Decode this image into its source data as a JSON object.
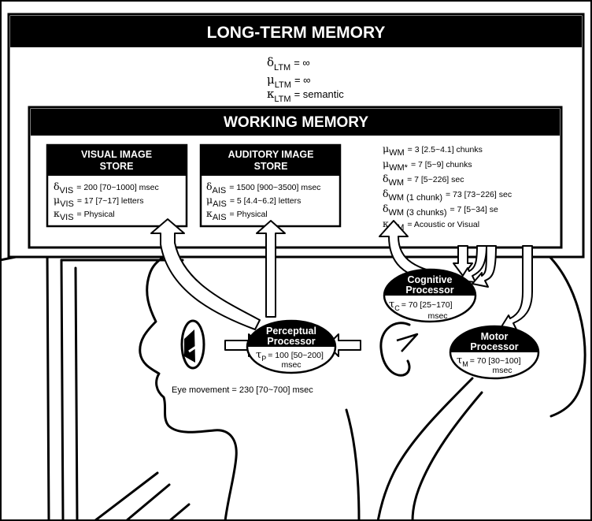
{
  "ltm": {
    "title": "LONG-TERM MEMORY",
    "decay_sym": "δ",
    "decay_sub": "LTM",
    "decay_val": "= ∞",
    "capacity_sym": "μ",
    "capacity_sub": "LTM",
    "capacity_val": "= ∞",
    "code_sym": "κ",
    "code_sub": "LTM",
    "code_val": "= semantic"
  },
  "wm": {
    "title": "WORKING MEMORY",
    "params": [
      {
        "sym": "μ",
        "sub": "WM",
        "val": "=   3  [2.5~4.1]  chunks"
      },
      {
        "sym": "μ",
        "sub": "WM*",
        "val": "=   7  [5~9]  chunks"
      },
      {
        "sym": "δ",
        "sub": "WM",
        "val": "=   7  [5~226]  sec"
      },
      {
        "sym": "δ",
        "sub": "WM (1 chunk)",
        "val": "= 73  [73~226]  sec"
      },
      {
        "sym": "δ",
        "sub": "WM (3 chunks)",
        "val": "=   7  [5~34]  se"
      },
      {
        "sym": "κ",
        "sub": "WM",
        "val": "=  Acoustic or Visual"
      }
    ]
  },
  "vis": {
    "title_line1": "VISUAL IMAGE",
    "title_line2": "STORE",
    "params": [
      {
        "sym": "δ",
        "sub": "VIS",
        "val": "= 200 [70~1000]  msec"
      },
      {
        "sym": "μ",
        "sub": "VIS",
        "val": "= 17  [7~17]  letters"
      },
      {
        "sym": "κ",
        "sub": "VIS",
        "val": "=  Physical"
      }
    ]
  },
  "ais": {
    "title_line1": "AUDITORY IMAGE",
    "title_line2": "STORE",
    "params": [
      {
        "sym": "δ",
        "sub": "AIS",
        "val": "= 1500  [900~3500]  msec"
      },
      {
        "sym": "μ",
        "sub": "AIS",
        "val": "= 5  [4.4~6.2]  letters"
      },
      {
        "sym": "κ",
        "sub": "AIS",
        "val": "=  Physical"
      }
    ]
  },
  "perceptual": {
    "line1": "Perceptual",
    "line2": "Processor",
    "tau_sym": "τ",
    "tau_sub": "P",
    "tau_val": "= 100 [50~200]",
    "unit": "msec"
  },
  "cognitive": {
    "line1": "Cognitive",
    "line2": "Processor",
    "tau_sym": "τ",
    "tau_sub": "C",
    "tau_val": "=  70  [25~170]",
    "unit": "msec"
  },
  "motor": {
    "line1": "Motor",
    "line2": "Processor",
    "tau_sym": "τ",
    "tau_sub": "M",
    "tau_val": "=  70  [30~100]",
    "unit": "msec"
  },
  "eye_movement": "Eye movement = 230  [70~700]  msec"
}
